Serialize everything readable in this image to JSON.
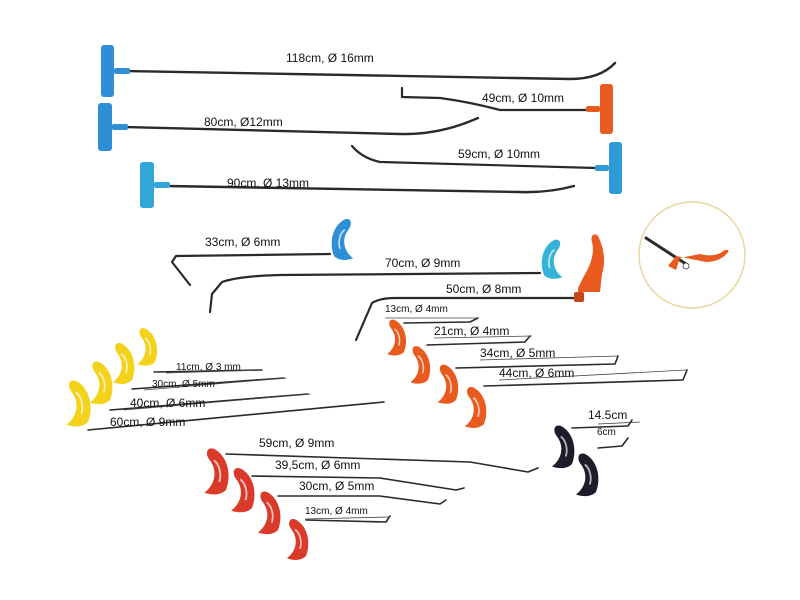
{
  "tools": [
    {
      "id": "t118",
      "label": "118cm, Ø 16mm",
      "handle": "#2f8fd6"
    },
    {
      "id": "t80",
      "label": "80cm, Ø12mm",
      "handle": "#2f8fd6"
    },
    {
      "id": "t90",
      "label": "90cm, Ø 13mm",
      "handle": "#33a6d8"
    },
    {
      "id": "t49",
      "label": "49cm, Ø 10mm",
      "handle": "#e85a1e"
    },
    {
      "id": "t59",
      "label": "59cm, Ø 10mm",
      "handle": "#2f9bd6"
    },
    {
      "id": "t33",
      "label": "33cm, Ø 6mm",
      "handle": "#2f8fd6"
    },
    {
      "id": "t70",
      "label": "70cm, Ø 9mm",
      "handle": "#35b2d8"
    },
    {
      "id": "t50",
      "label": "50cm, Ø 8mm",
      "handle": "#e85a1e"
    },
    {
      "id": "r13a",
      "label": "13cm, Ø 4mm",
      "handle": "#e85a1e"
    },
    {
      "id": "r21",
      "label": "21cm, Ø 4mm",
      "handle": "#e85a1e"
    },
    {
      "id": "r34",
      "label": "34cm, Ø 5mm",
      "handle": "#e85a1e"
    },
    {
      "id": "r44",
      "label": "44cm, Ø 6mm",
      "handle": "#e85a1e"
    },
    {
      "id": "y11",
      "label": "11cm, Ø 3 mm",
      "handle": "#f2d21b"
    },
    {
      "id": "y30",
      "label": "30cm, Ø 5mm",
      "handle": "#f2d21b"
    },
    {
      "id": "y40",
      "label": "40cm, Ø 6mm",
      "handle": "#f2d21b"
    },
    {
      "id": "y60",
      "label": "60cm, Ø 9mm",
      "handle": "#f2d21b"
    },
    {
      "id": "b145",
      "label": "14.5cm",
      "handle": "#1c1c2a"
    },
    {
      "id": "b6",
      "label": "6cm",
      "handle": "#1c1c2a"
    },
    {
      "id": "d59",
      "label": "59cm, Ø 9mm",
      "handle": "#d93a2a"
    },
    {
      "id": "d39",
      "label": "39,5cm, Ø 6mm",
      "handle": "#d93a2a"
    },
    {
      "id": "d30",
      "label": "30cm, Ø 5mm",
      "handle": "#d93a2a"
    },
    {
      "id": "d13",
      "label": "13cm, Ø 4mm",
      "handle": "#d93a2a"
    }
  ],
  "colors": {
    "rod": "#2a2a2a",
    "inset_border": "#e9d79a"
  }
}
